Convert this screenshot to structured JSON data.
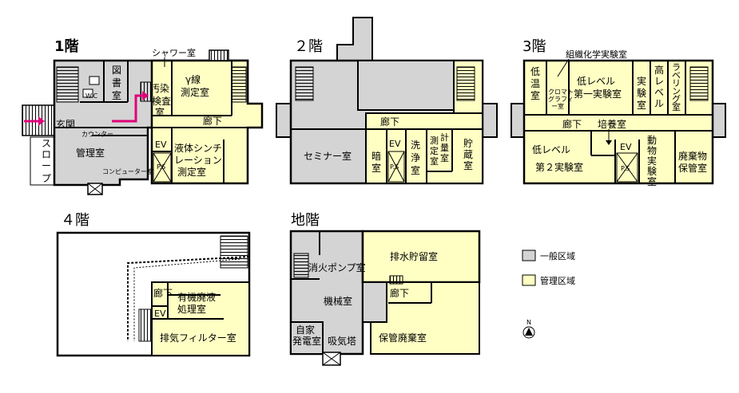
{
  "colors": {
    "general": "#d4d4d4",
    "managed": "#ffffc4",
    "wall": "#000000",
    "arrow": "#e0007a"
  },
  "floors": {
    "f1": {
      "title": "1階",
      "rooms": {
        "shower": "シャワー室",
        "library": [
          "図",
          "書",
          "室"
        ],
        "wc": "W.C",
        "contam": [
          "汚染",
          "検査",
          "室"
        ],
        "gamma": [
          "γ線",
          "測定室"
        ],
        "entrance": "玄関",
        "counter": "カウンター",
        "corridor": "廊下",
        "admin": "管理室",
        "computer": "コンピューター室",
        "ev": "EV",
        "ps": "P.S",
        "liquid": [
          "液体シンチ",
          "レーション",
          "測定室"
        ],
        "slope": [
          "ス",
          "ロ",
          "ー",
          "プ"
        ]
      }
    },
    "f2": {
      "title": "２階",
      "rooms": {
        "corridor": "廊下",
        "seminar": "セミナー室",
        "dark": [
          "暗",
          "室"
        ],
        "ev": "EV",
        "ps": "P.S",
        "wash": [
          "洗",
          "浄",
          "室"
        ],
        "meas": [
          "測",
          "定",
          "室"
        ],
        "meter": [
          "計",
          "量",
          "室"
        ],
        "storage": [
          "貯",
          "蔵",
          "室"
        ]
      }
    },
    "f3": {
      "title": "3階",
      "rooms": {
        "tissue": "組織化学実験室",
        "lowtemp": [
          "低",
          "温",
          "室"
        ],
        "chroma": [
          "クロマト",
          "グラフィ",
          "ー室"
        ],
        "low1": [
          "低レベル",
          "第一実験室"
        ],
        "jikken": [
          "実",
          "験",
          "室"
        ],
        "high": [
          "高",
          "レ",
          "ベ",
          "ル"
        ],
        "lab": [
          "ラ",
          "ベ",
          "リ",
          "ン",
          "グ",
          "室"
        ],
        "corridor": "廊下",
        "culture": "培養室",
        "low2": [
          "低レベル",
          "第２実験室"
        ],
        "ev": "EV",
        "ps": "P.S",
        "animal": [
          "動",
          "物",
          "実",
          "験",
          "室"
        ],
        "waste": [
          "廃棄物",
          "保管室"
        ]
      }
    },
    "f4": {
      "title": "４階",
      "rooms": {
        "corridor": "廊下",
        "ev": "EV",
        "organic": [
          "有機廃液",
          "処理室"
        ],
        "filter": "排気フィルター室"
      }
    },
    "b1": {
      "title": "地階",
      "rooms": {
        "pump": "消火ポンプ室",
        "drain": "排水貯留室",
        "machine": "機械室",
        "corridor": "廊下",
        "gen": [
          "自家",
          "発電室"
        ],
        "intake": "吸気塔",
        "wastekeep": "保管廃棄室"
      }
    }
  },
  "legend": {
    "general": "一般区域",
    "managed": "管理区域"
  },
  "north": "N"
}
